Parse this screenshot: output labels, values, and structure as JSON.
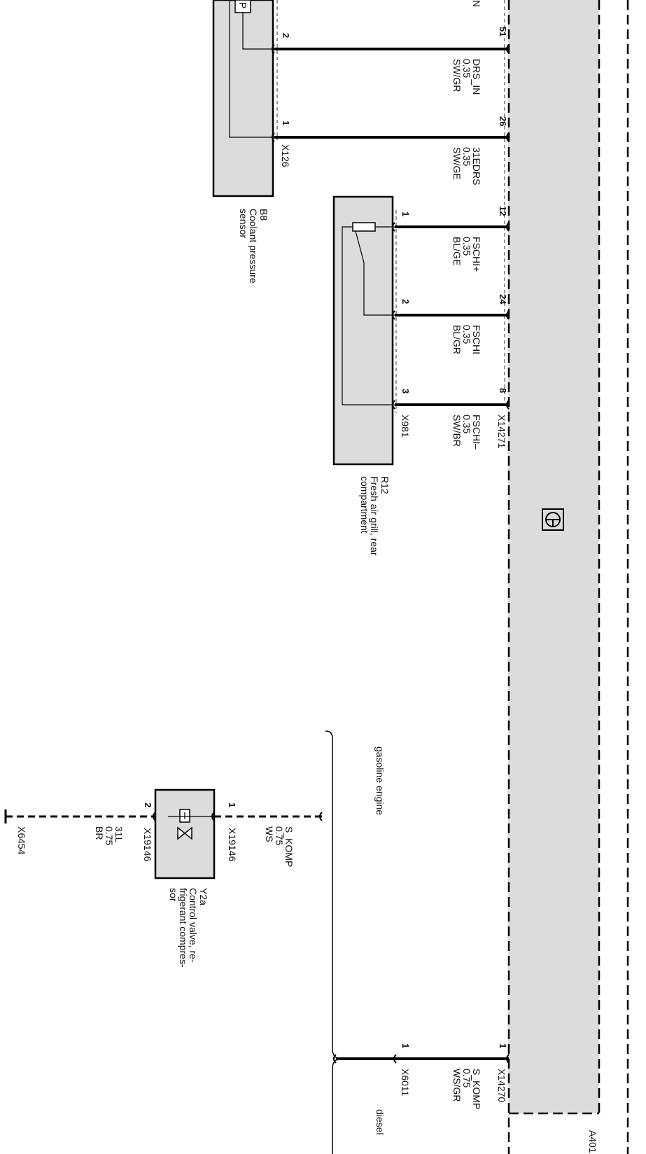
{
  "module": {
    "id": "A401",
    "fill": "#dcdcdc"
  },
  "components": {
    "b8": {
      "id": "B8",
      "name": "Coolant pressure sensor",
      "name_line1": "Coolant pressure",
      "name_line2": "sensor",
      "connector": "X126",
      "pins": [
        "1",
        "2"
      ],
      "symbol": "P"
    },
    "r12": {
      "id": "R12",
      "name_line1": "Fresh air grill, rear",
      "name_line2": "compartment",
      "connector": "X981",
      "pins": [
        "1",
        "2",
        "3"
      ]
    },
    "y2a": {
      "id": "Y2a",
      "name_line1": "Control valve, re-",
      "name_line2": "frigerant compres-",
      "name_line3": "sor",
      "connector_in": "X19146",
      "connector_out": "X19146",
      "pins": [
        "1",
        "2"
      ]
    }
  },
  "wires": [
    {
      "pin_module": "51",
      "pin_comp": "2",
      "signal": "DRS_IN",
      "size": "0.35",
      "color": "SW/GR"
    },
    {
      "pin_module": "26",
      "pin_comp": "1",
      "signal": "31EDRS",
      "size": "0.35",
      "color": "SW/GE"
    },
    {
      "pin_module": "12",
      "pin_comp": "1",
      "signal": "FSCHI+",
      "size": "0.35",
      "color": "BL/GE"
    },
    {
      "pin_module": "24",
      "pin_comp": "2",
      "signal": "FSCHI",
      "size": "0.35",
      "color": "BL/GR"
    },
    {
      "pin_module": "8",
      "pin_comp": "3",
      "signal": "FSCHI–",
      "size": "0.35",
      "color": "SW/BR"
    }
  ],
  "connector_module_a": "X14271",
  "connector_module_b": "X14270",
  "komp_wire_gasoline": {
    "signal": "S_KOMP",
    "size": "0.75",
    "color": "WS",
    "pin": "1"
  },
  "ground_wire": {
    "signal": "31L",
    "size": "0.75",
    "color": "BR",
    "pin": "2",
    "ground": "X6454"
  },
  "komp_wire_diesel": {
    "signal": "S_KOMP",
    "size": "0.75",
    "color": "WS/GR",
    "pin_module": "1",
    "pin_comp": "1",
    "connector": "X6011"
  },
  "variants": {
    "gasoline": "gasoline engine",
    "diesel": "diesel"
  },
  "cut_label": "N",
  "icon": "steering-wheel-icon"
}
